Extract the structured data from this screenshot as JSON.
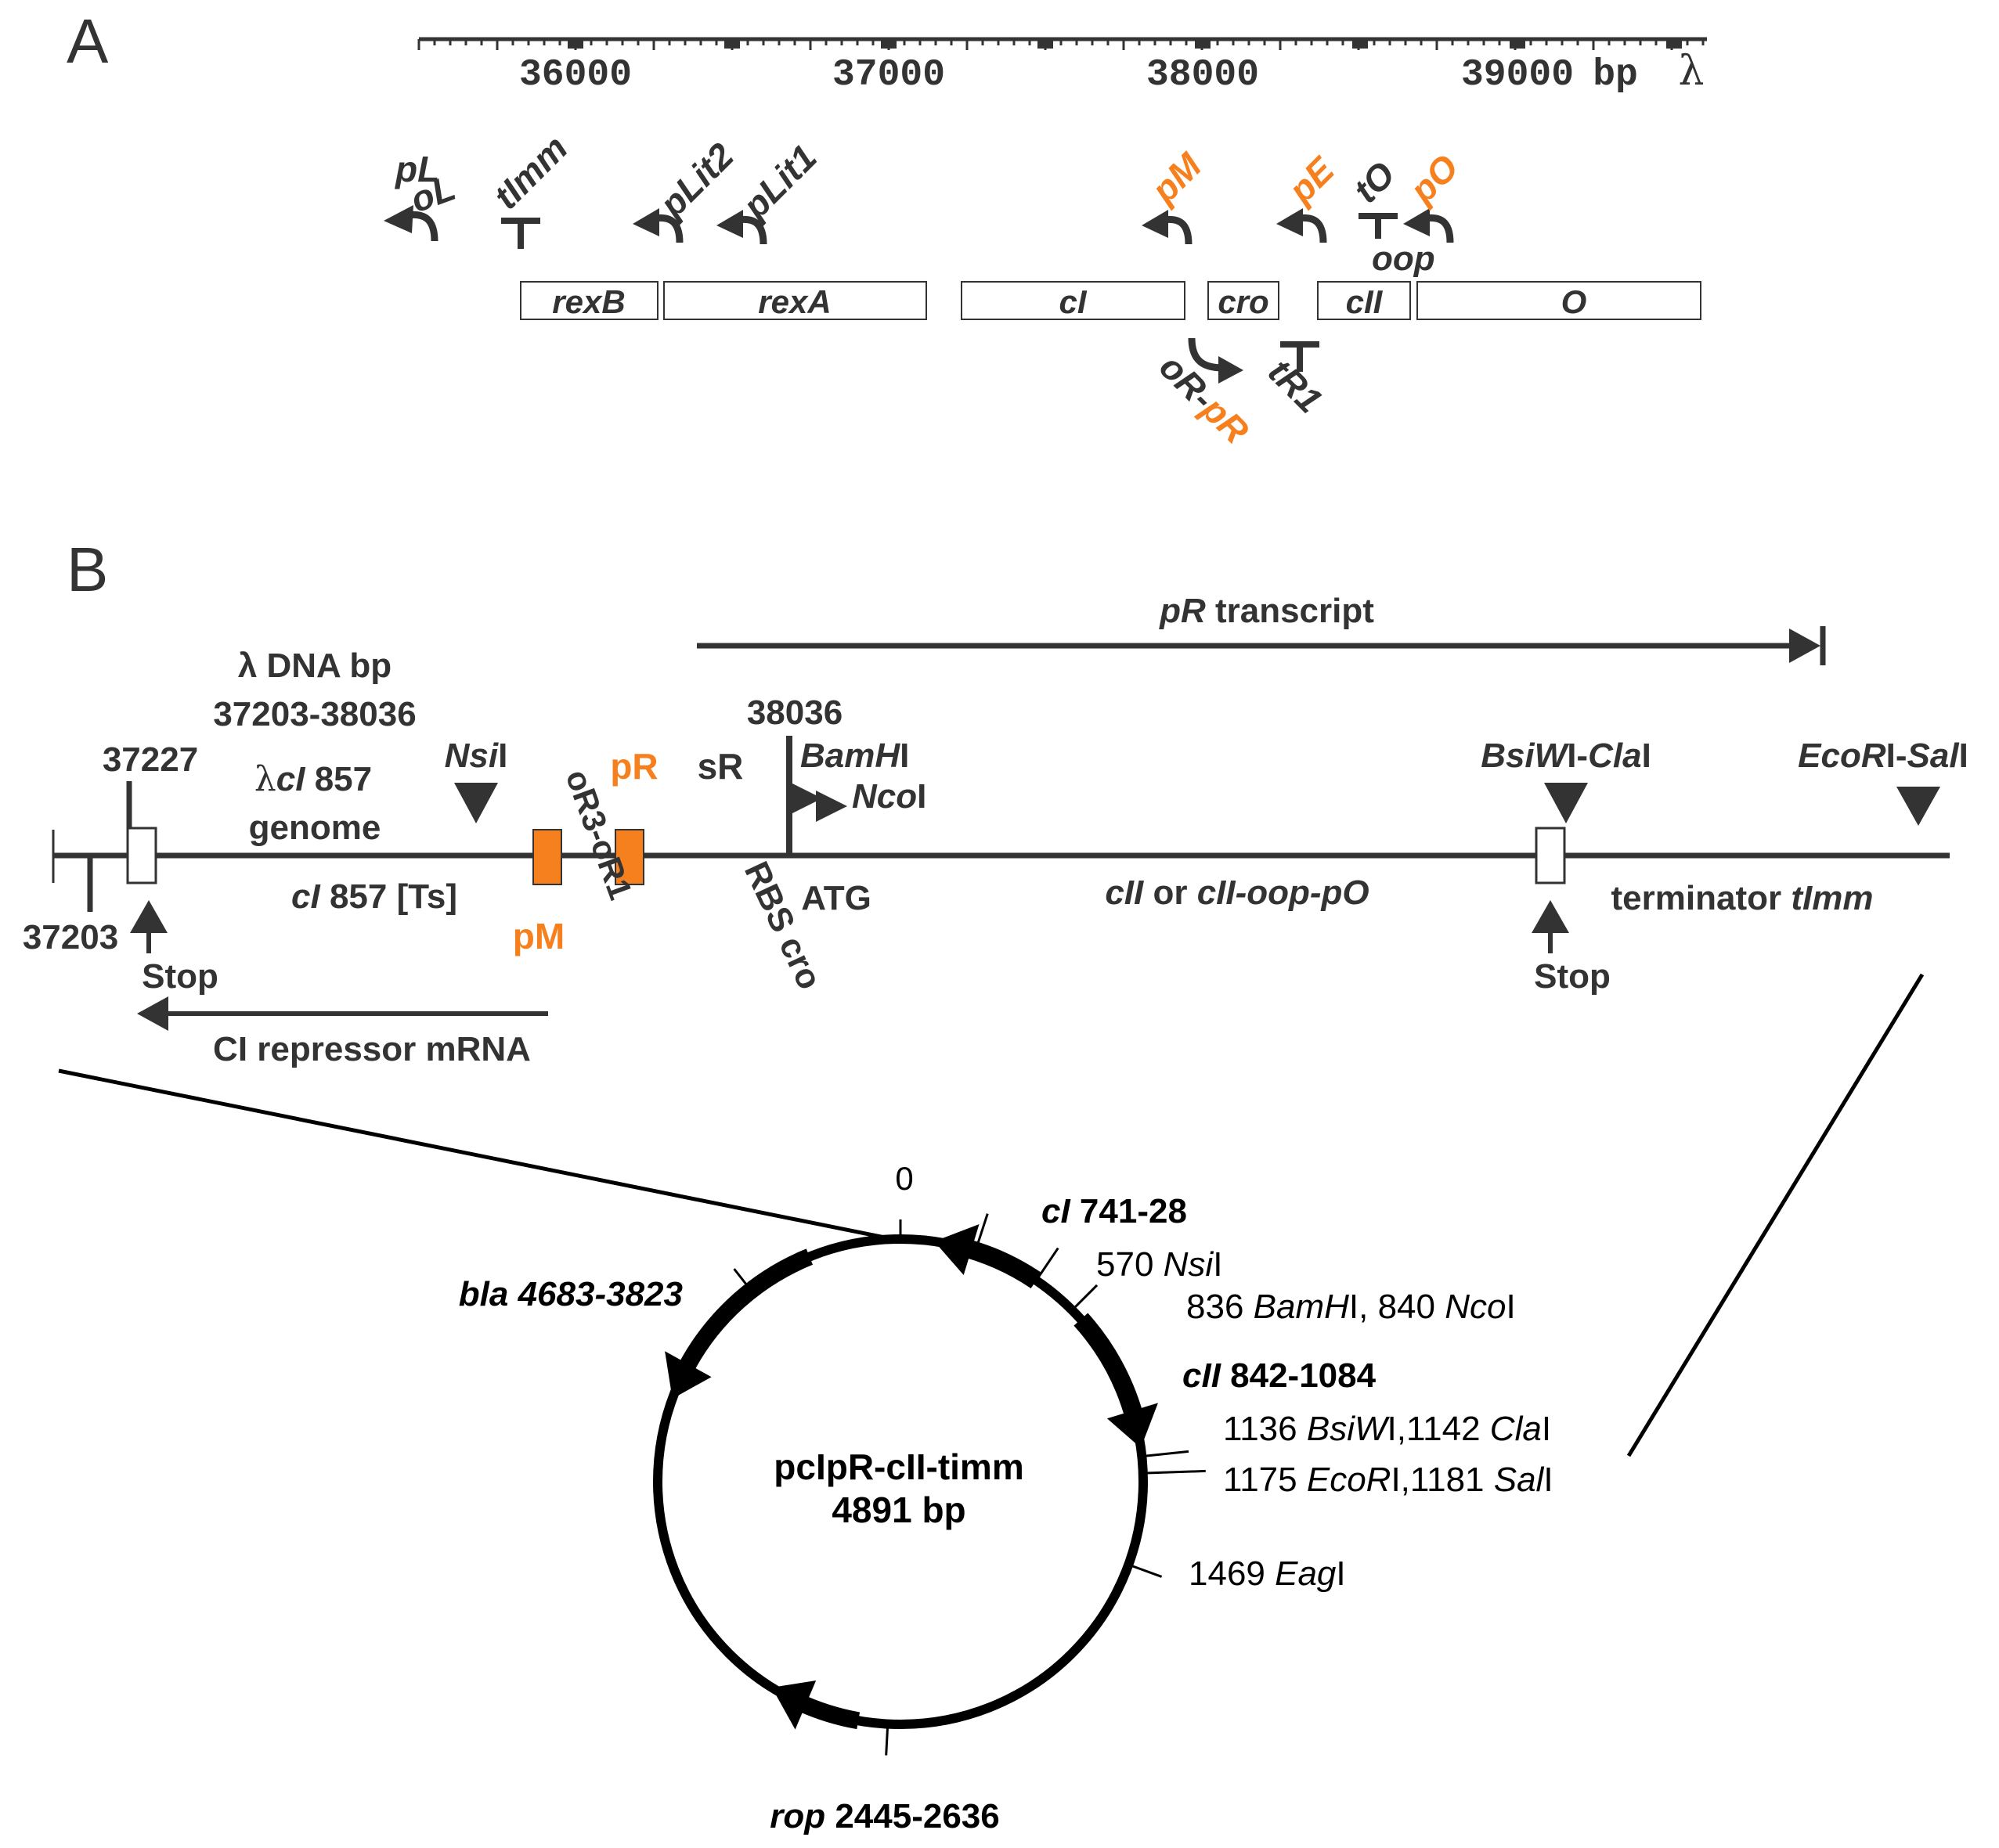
{
  "panel_a": {
    "label": "A",
    "ruler": {
      "ticks": [
        "36000",
        "37000",
        "38000",
        "39000"
      ],
      "unit": "bp",
      "lambda": "λ"
    },
    "promoters": {
      "pL": "pL",
      "oL": "oL",
      "tImm": "tImm",
      "pLit2": "pLit2",
      "pLit1": "pLit1",
      "pM": "pM",
      "pE": "pE",
      "tO": "tO",
      "pO": "pO",
      "oop": "oop",
      "oR_pR_prefix": "oR-",
      "oR_pR_suffix": "pR",
      "tR1": "tR1"
    },
    "genes": [
      "rexB",
      "rexA",
      "cI",
      "cro",
      "cII",
      "O"
    ]
  },
  "panel_b": {
    "label": "B",
    "pR_transcript_italic": "pR",
    "pR_transcript_rest": " transcript",
    "lambda_dna": "λ DNA bp",
    "lambda_range": "37203-38036",
    "coord_37227": "37227",
    "coord_37203": "37203",
    "coord_38036": "38036",
    "lambda_ci_prefix": "λ",
    "lambda_ci_italic": "cI",
    "lambda_ci_rest": " 857",
    "genome": "genome",
    "ci857_italic": "cI",
    "ci857_rest": " 857 [Ts]",
    "nsiI_italic": "Nsi",
    "nsiI_rest": "I",
    "pR": "pR",
    "sR": "sR",
    "pM": "pM",
    "oR3_oR1": "oR3-oR1",
    "rbs_cro": "RBS cro",
    "atg": "ATG",
    "bamHI_italic": "BamH",
    "bamHI_rest": "I",
    "ncoI_italic": "Nco",
    "ncoI_rest": "I",
    "cII_part1": "cII",
    "cII_part2": " or ",
    "cII_part3": "cII-oop-pO",
    "bsiWI_italic1": "BsiW",
    "bsiWI_rest1": "I-",
    "bsiWI_italic2": "Cla",
    "bsiWI_rest2": "I",
    "ecoRI_italic1": "EcoR",
    "ecoRI_rest1": "I-",
    "ecoRI_italic2": "Sal",
    "ecoRI_rest2": "I",
    "terminator_rest": "terminator ",
    "terminator_italic": "tImm",
    "stop": "Stop",
    "ci_mrna": "CI repressor mRNA"
  },
  "plasmid": {
    "name": "pcIpR-cII-timm",
    "size": "4891 bp",
    "zero": "0",
    "ci_italic": "cI",
    "ci_rest": " 741-28",
    "nsiI_pos": "570 ",
    "nsiI_italic": "Nsi",
    "nsiI_rest": "I",
    "bam_pos": "836 ",
    "bam_italic": "BamH",
    "bam_rest": "I, 840 ",
    "nco_italic": "Nco",
    "nco_rest": "I",
    "cii_italic": "cII",
    "cii_rest": " 842-1084",
    "bsi_pos": "1136 ",
    "bsi_italic": "BsiW",
    "bsi_rest": "I,1142 ",
    "cla_italic": "Cla",
    "cla_rest": "I",
    "eco_pos": "1175 ",
    "eco_italic": "EcoR",
    "eco_rest": "I,1181 ",
    "sal_italic": "Sal",
    "sal_rest": "I",
    "eag_pos": "1469 ",
    "eag_italic": "Eag",
    "eag_rest": "I",
    "bla": "bla 4683-3823",
    "rop_italic": "rop",
    "rop_rest": " 2445-2636"
  }
}
